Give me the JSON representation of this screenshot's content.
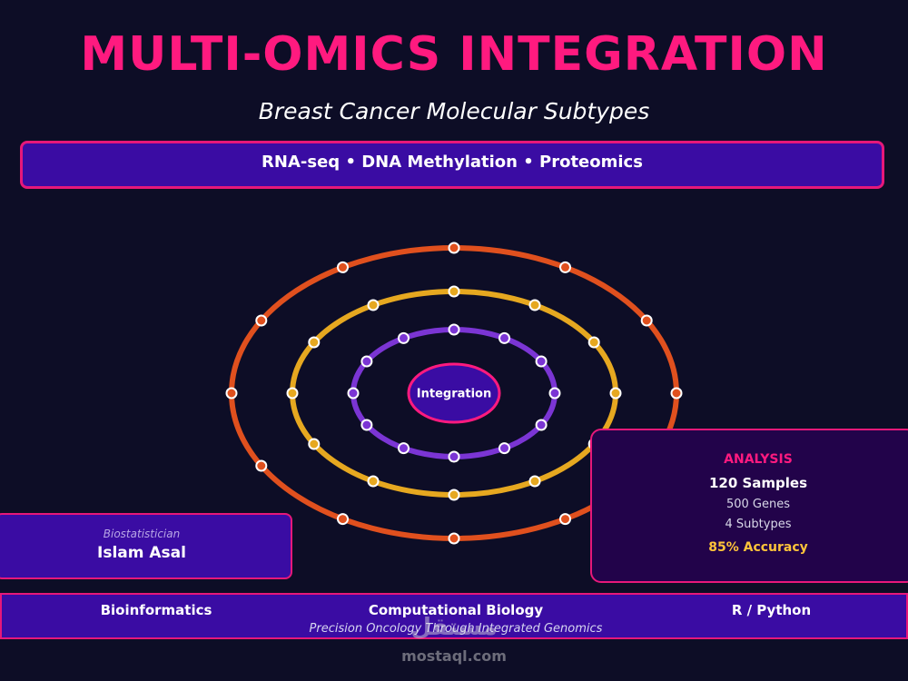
{
  "header": {
    "title": "MULTI-OMICS INTEGRATION",
    "subtitle": "Breast Cancer Molecular Subtypes"
  },
  "banner": {
    "text": "RNA-seq • DNA Methylation • Proteomics"
  },
  "diagram": {
    "center_label": "Integration",
    "rings": [
      {
        "name": "outer",
        "color": "#e0501e",
        "nodes": 12
      },
      {
        "name": "middle",
        "color": "#e6a820",
        "nodes": 12
      },
      {
        "name": "inner",
        "color": "#7b35d4",
        "nodes": 12
      }
    ],
    "center_fill": "#3a0ca3",
    "center_stroke": "#ff1a7f"
  },
  "author": {
    "role": "Biostatistician",
    "name": "Islam Asal"
  },
  "analysis": {
    "title": "ANALYSIS",
    "samples": "120 Samples",
    "genes": "500 Genes",
    "subtypes": "4 Subtypes",
    "accuracy": "85% Accuracy"
  },
  "footer": {
    "items": [
      "Bioinformatics",
      "Computational Biology",
      "R / Python"
    ],
    "tagline": "Precision Oncology Through Integrated Genomics"
  },
  "watermark": {
    "logo": "مستقل",
    "text": "mostaql.com"
  },
  "colors": {
    "background": "#0d0d26",
    "accent": "#ff1a7f",
    "panel": "#3a0ca3",
    "highlight": "#ffc43a"
  }
}
